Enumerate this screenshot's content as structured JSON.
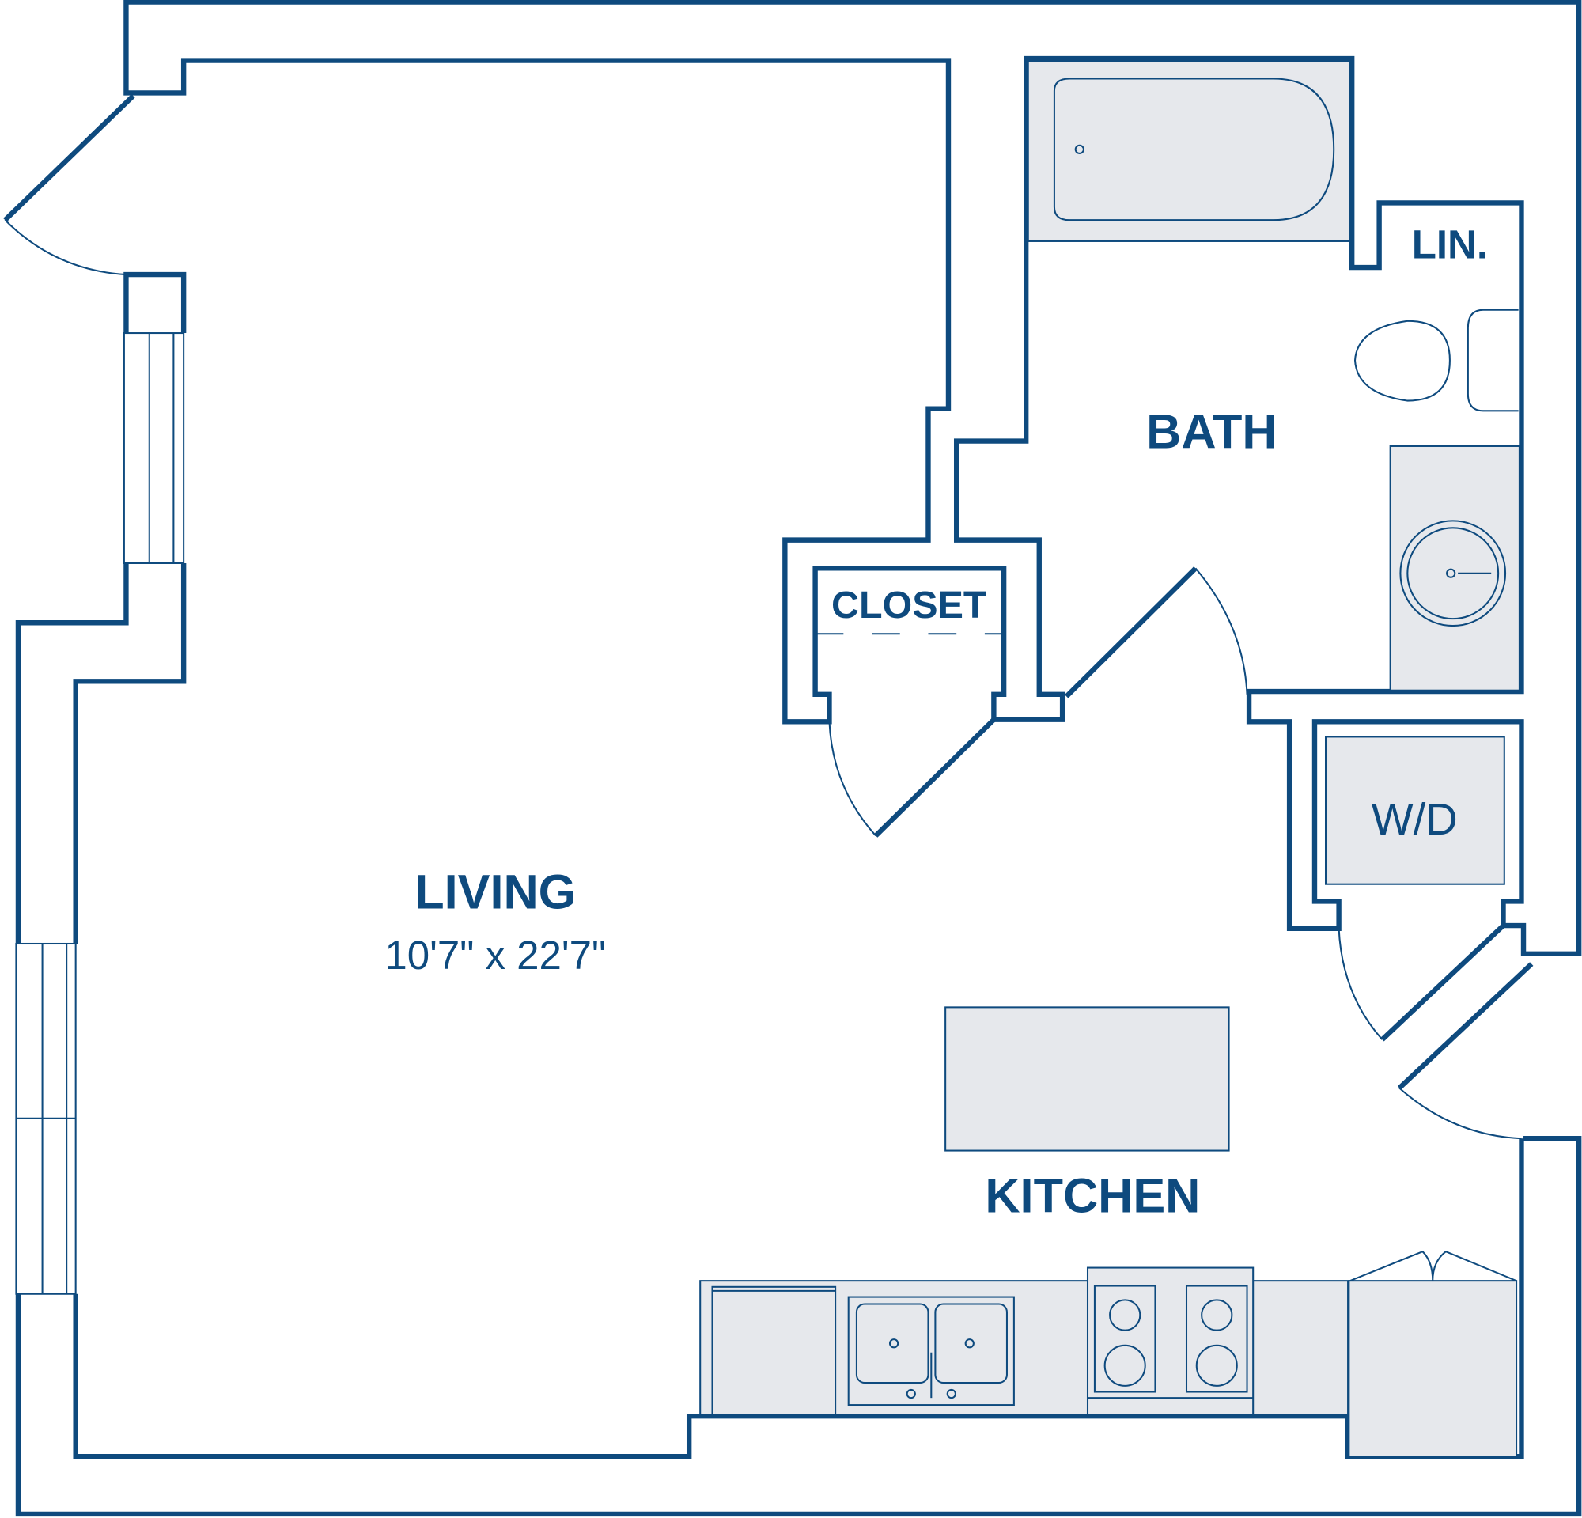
{
  "rooms": {
    "living": {
      "label": "LIVING",
      "dimensions": "10'7\" x 22'7\""
    },
    "bath": {
      "label": "BATH"
    },
    "linen": {
      "label": "LIN."
    },
    "closet": {
      "label": "CLOSET"
    },
    "washer_dryer": {
      "label": "W/D"
    },
    "kitchen": {
      "label": "KITCHEN"
    }
  },
  "colors": {
    "wall": "#0e4a7e",
    "fixture": "#e6e8ec"
  }
}
